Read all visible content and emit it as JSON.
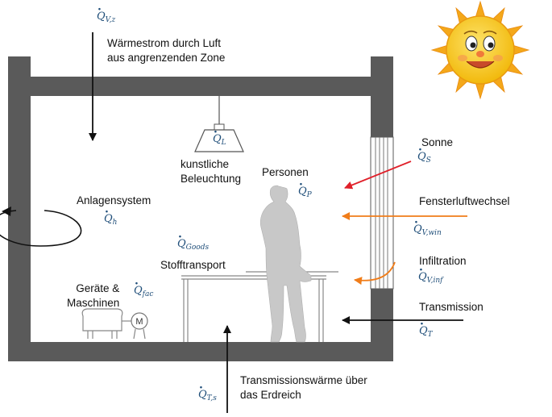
{
  "labels": {
    "heat_air": "Wärmestrom durch Luft\naus angrenzenden Zone",
    "lighting": "kunstliche\nBeleuchtung",
    "persons": "Personen",
    "plant": "Anlagensystem",
    "material": "Stofftransport",
    "devices": "Geräte &\nMaschinen",
    "sun": "Sonne",
    "window_air": "Fensterluftwechsel",
    "infiltration": "Infiltration",
    "transmission": "Transmission",
    "ground": "Transmissionswärme über\ndas Erdreich",
    "motor": "M"
  },
  "symbols": {
    "q": "Q",
    "vz": "V,z",
    "l": "L",
    "p": "P",
    "h": "h",
    "goods": "Goods",
    "fac": "fac",
    "s": "S",
    "vwin": "V,win",
    "vinf": "V,inf",
    "t": "T",
    "ts": "T,s"
  },
  "colors": {
    "wall": "#5a5a5a",
    "person": "#c8c8c8",
    "sun_arrow": "#e0202a",
    "air_arrow": "#f07d1a",
    "symbol_text": "#1f4e79",
    "sun_body": "#f9c514",
    "sun_rays": "#f4a81a"
  },
  "icons": [
    "sun-icon",
    "lamp-icon",
    "person-icon",
    "motor-icon",
    "window-icon",
    "table-icon"
  ]
}
